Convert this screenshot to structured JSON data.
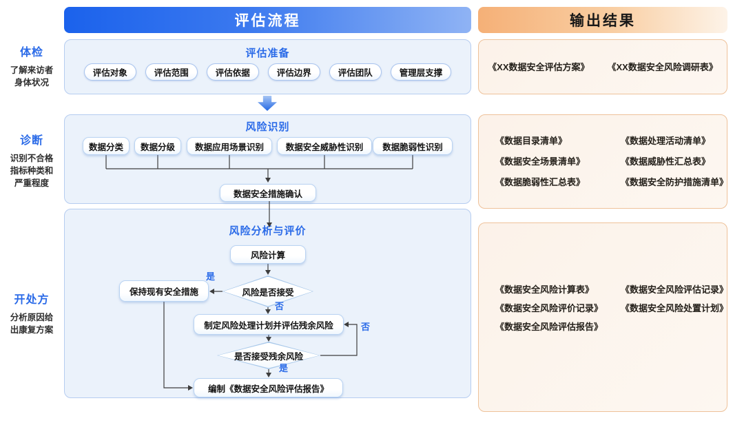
{
  "colors": {
    "accent_blue": "#2B6BE8",
    "banner_blue_start": "#1B62EC",
    "banner_blue_end": "#8FB3F4",
    "banner_orange_start": "#F5B077",
    "banner_orange_end": "#FDF3E8",
    "flow_panel_bg": "#EBF2FB",
    "output_panel_bg": "#FCF4EC"
  },
  "stages": [
    {
      "title": "体检",
      "desc": "了解来访者\n身体状况"
    },
    {
      "title": "诊断",
      "desc": "识别不合格\n指标种类和\n严重程度"
    },
    {
      "title": "开处方",
      "desc": "分析原因给\n出康复方案"
    }
  ],
  "banners": {
    "process": "评估流程",
    "output": "输出结果"
  },
  "flow": {
    "prep": {
      "title": "评估准备",
      "pills": [
        "评估对象",
        "评估范围",
        "评估依据",
        "评估边界",
        "评估团队",
        "管理层支撑"
      ]
    },
    "identify": {
      "title": "风险识别",
      "nodes": [
        "数据分类",
        "数据分级",
        "数据应用场景识别",
        "数据安全威胁性识别",
        "数据脆弱性识别"
      ],
      "confirm": "数据安全措施确认"
    },
    "analysis": {
      "title": "风险分析与评价",
      "calc": "风险计算",
      "decision_risk": "风险是否接受",
      "keep": "保持现有安全措施",
      "plan": "制定风险处理计划并评估残余风险",
      "decision_residual": "是否接受残余风险",
      "report": "编制《数据安全风险评估报告》",
      "label_yes": "是",
      "label_no": "否"
    }
  },
  "outputs": {
    "prep": [
      "《XX数据安全评估方案》",
      "《XX数据安全风险调研表》"
    ],
    "identify": [
      "《数据目录清单》",
      "《数据处理活动清单》",
      "《数据安全场景清单》",
      "《数据威胁性汇总表》",
      "《数据脆弱性汇总表》",
      "《数据安全防护措施清单》"
    ],
    "analysis": [
      "《数据安全风险计算表》",
      "《数据安全风险评估记录》",
      "《数据安全风险评价记录》",
      "《数据安全风险处置计划》",
      "《数据安全风险评估报告》"
    ]
  }
}
